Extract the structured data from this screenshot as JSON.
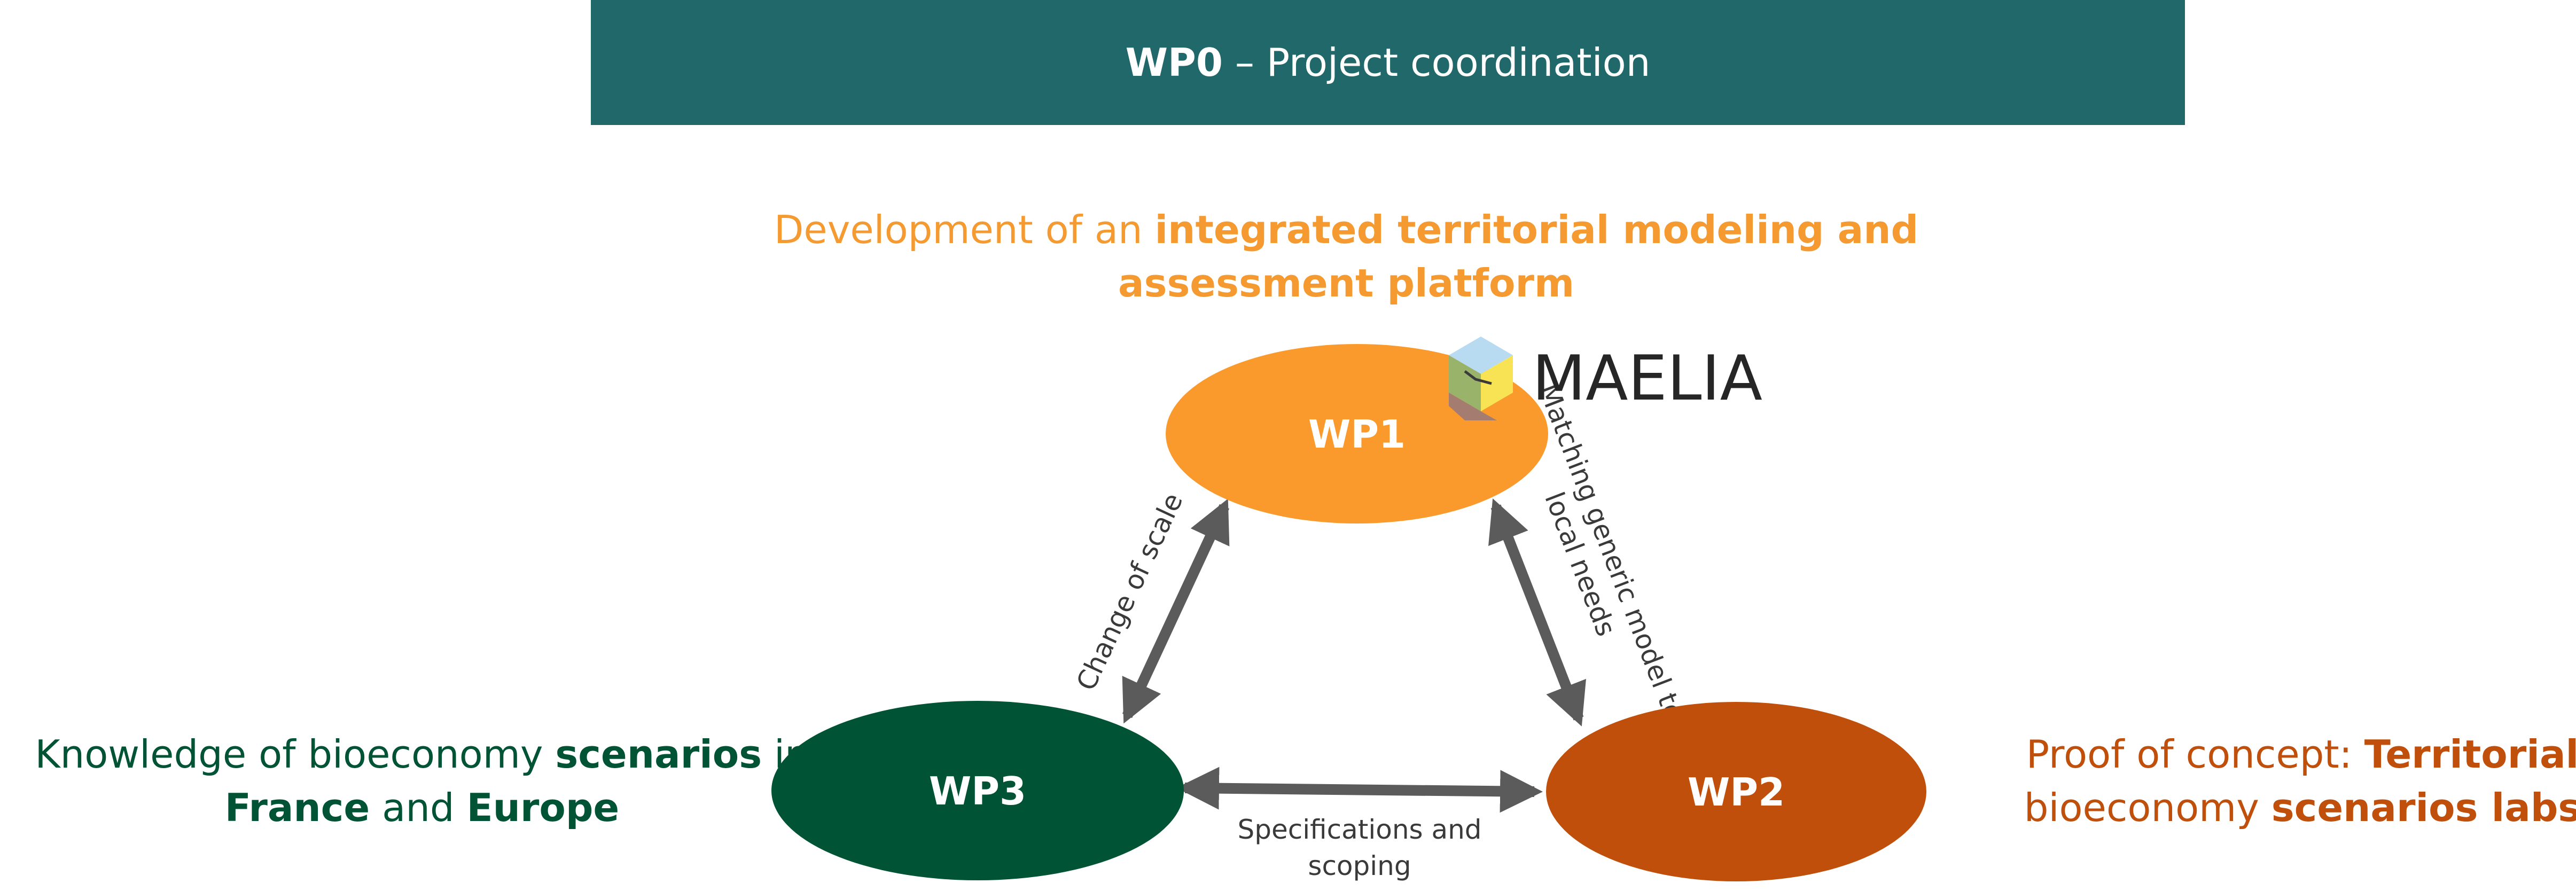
{
  "header": {
    "wp_code": "WP0",
    "separator": " – ",
    "title": "Project coordination"
  },
  "top_caption": {
    "line1_regular": "Development of an ",
    "line1_bold": "integrated territorial modeling and",
    "line2_bold": "assessment platform"
  },
  "logo": {
    "text": "MAELIA"
  },
  "nodes": {
    "wp1": {
      "label": "WP1"
    },
    "wp2": {
      "label": "WP2"
    },
    "wp3": {
      "label": "WP3"
    }
  },
  "left_caption": {
    "line1_regular": "Knowledge of bioeconomy ",
    "line1_bold": "scenarios",
    "line1_tail": " in",
    "line2_bold_a": "France",
    "line2_regular": " and ",
    "line2_bold_b": "Europe"
  },
  "right_caption": {
    "line1_regular": "Proof of concept: ",
    "line1_bold": "Territorial",
    "line2_regular": "bioeconomy ",
    "line2_bold": "scenarios labs"
  },
  "edges": {
    "wp1_wp3": "Change of scale",
    "wp1_wp2_line1": "Matching generic model to",
    "wp1_wp2_line2": "local needs",
    "wp3_wp2_line1": "Specifications and",
    "wp3_wp2_line2": "scoping"
  },
  "colors": {
    "header_bg": "#21686a",
    "wp1": "#fb9a2c",
    "wp2": "#bf4f0b",
    "wp3": "#015335",
    "arrow": "#5b5b5b",
    "logo_blue": "#b9dbf2",
    "logo_green": "#9ab36a",
    "logo_yellow": "#f8e354",
    "logo_brown": "#a57c70"
  }
}
